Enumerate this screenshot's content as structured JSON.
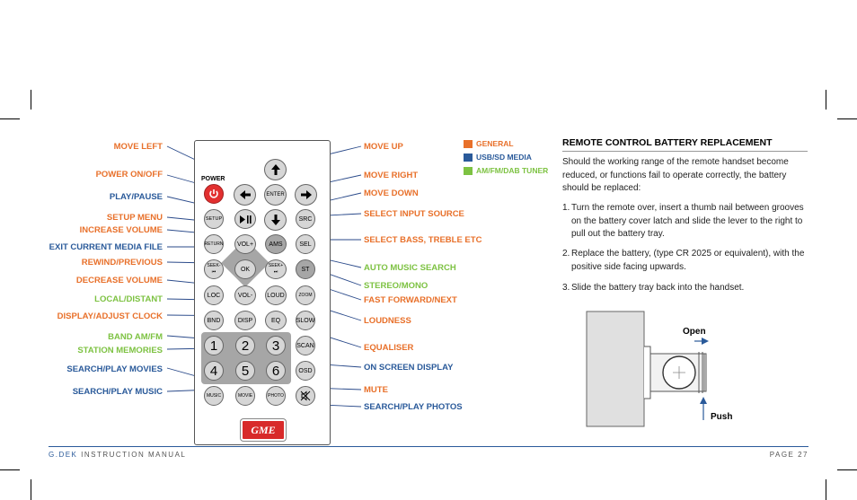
{
  "remote_callouts": {
    "left": [
      {
        "id": "move-left",
        "text": "MOVE LEFT",
        "color": "orange"
      },
      {
        "id": "power",
        "text": "POWER ON/OFF",
        "color": "orange"
      },
      {
        "id": "play-pause",
        "text": "PLAY/PAUSE",
        "color": "blue"
      },
      {
        "id": "setup-menu",
        "text": "SETUP MENU",
        "color": "orange"
      },
      {
        "id": "increase-volume",
        "text": "INCREASE VOLUME",
        "color": "orange"
      },
      {
        "id": "exit-media",
        "text": "EXIT CURRENT MEDIA FILE",
        "color": "blue"
      },
      {
        "id": "rewind",
        "text": "REWIND/PREVIOUS",
        "color": "orange"
      },
      {
        "id": "decrease-volume",
        "text": "DECREASE VOLUME",
        "color": "orange"
      },
      {
        "id": "local-distant",
        "text": "LOCAL/DISTANT",
        "color": "green"
      },
      {
        "id": "display-clock",
        "text": "DISPLAY/ADJUST CLOCK",
        "color": "orange"
      },
      {
        "id": "band",
        "text": "BAND AM/FM",
        "color": "green"
      },
      {
        "id": "station-memories",
        "text": "STATION MEMORIES",
        "color": "green"
      },
      {
        "id": "search-movies",
        "text": "SEARCH/PLAY MOVIES",
        "color": "blue"
      },
      {
        "id": "search-music",
        "text": "SEARCH/PLAY MUSIC",
        "color": "blue"
      }
    ],
    "right": [
      {
        "id": "move-up",
        "text": "MOVE UP",
        "color": "orange"
      },
      {
        "id": "move-right",
        "text": "MOVE RIGHT",
        "color": "orange"
      },
      {
        "id": "move-down",
        "text": "MOVE DOWN",
        "color": "orange"
      },
      {
        "id": "select-source",
        "text": "SELECT INPUT SOURCE",
        "color": "orange"
      },
      {
        "id": "select-bass",
        "text": "SELECT BASS, TREBLE ETC",
        "color": "orange"
      },
      {
        "id": "auto-search",
        "text": "AUTO MUSIC SEARCH",
        "color": "green"
      },
      {
        "id": "stereo-mono",
        "text": "STEREO/MONO",
        "color": "green"
      },
      {
        "id": "fast-forward",
        "text": "FAST FORWARD/NEXT",
        "color": "orange"
      },
      {
        "id": "loudness",
        "text": "LOUDNESS",
        "color": "orange"
      },
      {
        "id": "equaliser",
        "text": "EQUALISER",
        "color": "orange"
      },
      {
        "id": "osd",
        "text": "ON SCREEN DISPLAY",
        "color": "blue"
      },
      {
        "id": "mute",
        "text": "MUTE",
        "color": "orange"
      },
      {
        "id": "search-photos",
        "text": "SEARCH/PLAY PHOTOS",
        "color": "blue"
      }
    ]
  },
  "legend": [
    {
      "text": "GENERAL",
      "color": "#e8702a"
    },
    {
      "text": "USB/SD MEDIA",
      "color": "#2a5a9a"
    },
    {
      "text": "AM/FM/DAB TUNER",
      "color": "#7dc242"
    }
  ],
  "remote_buttons": {
    "power_label": "POWER",
    "enter": "ENTER",
    "setup": "SETUP",
    "src": "SRC",
    "return": "RETURN",
    "vol_up": "VOL+",
    "ams": "AMS",
    "sel": "SEL",
    "seek_back": "SEEK-",
    "ok": "OK",
    "seek_fwd": "SEEK+",
    "st": "ST",
    "loc": "LOC",
    "vol_down": "VOL-",
    "loud": "LOUD",
    "zoom": "ZOOM",
    "bnd": "BND",
    "disp": "DISP",
    "eq": "EQ",
    "slow": "SLOW",
    "num1": "1",
    "num2": "2",
    "num3": "3",
    "scan": "SCAN",
    "num4": "4",
    "num5": "5",
    "num6": "6",
    "osd": "OSD",
    "music": "MUSIC",
    "movie": "MOVIE",
    "photo": "PHOTO",
    "brand": "GME"
  },
  "section": {
    "title": "REMOTE CONTROL BATTERY REPLACEMENT",
    "intro": "Should the working range of the remote handset become reduced, or functions fail to operate correctly, the battery should be replaced:",
    "steps": [
      {
        "num": "1.",
        "text": "Turn the remote over, insert a thumb nail between grooves on the battery cover latch and slide the lever to the right to pull out the battery tray."
      },
      {
        "num": "2.",
        "text": "Replace the battery, (type CR 2025 or equivalent), with the positive side facing upwards."
      },
      {
        "num": "3.",
        "text": "Slide the battery tray back into the handset."
      }
    ],
    "figure": {
      "open_label": "Open",
      "push_label": "Push"
    }
  },
  "footer": {
    "brand": "G.DEK",
    "manual": " INSTRUCTION MANUAL",
    "page": "PAGE 27"
  },
  "colors": {
    "orange": "#e8702a",
    "blue": "#2a5a9a",
    "green": "#7dc242",
    "power_red": "#e23030",
    "brand_red": "#d82a2a"
  }
}
